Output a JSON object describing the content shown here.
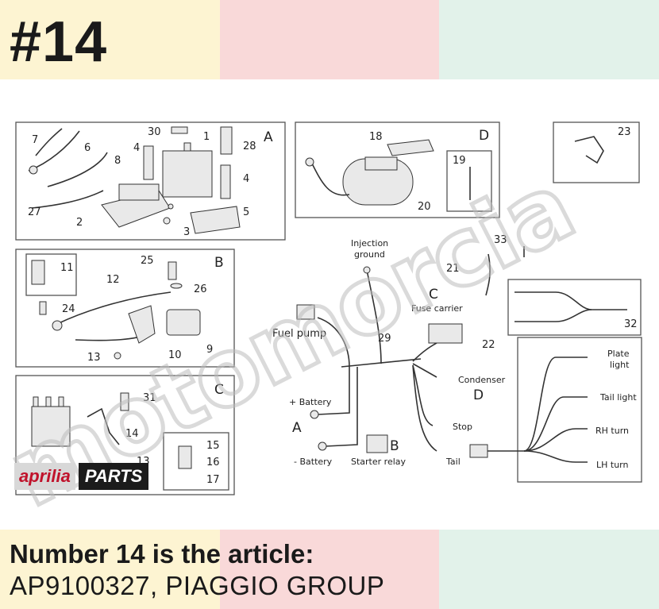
{
  "header": {
    "number": "#14"
  },
  "caption": {
    "line1": "Number 14 is the article:",
    "line2": "AP9100327, PIAGGIO GROUP"
  },
  "watermark": {
    "text": "motomorcia"
  },
  "logo": {
    "brand": "aprilia",
    "badge": "PARTS"
  },
  "colors": {
    "band_yellow": "#fdf4d2",
    "band_pink": "#f9d9d9",
    "band_green": "#e2f2ea",
    "aprilia_red": "#c0122b"
  },
  "diagram": {
    "panel_a": {
      "letter": "A",
      "parts": [
        "30",
        "1",
        "28",
        "4",
        "7",
        "6",
        "8",
        "4",
        "27",
        "2",
        "3",
        "5"
      ]
    },
    "panel_b": {
      "letter": "B",
      "parts": [
        "11",
        "25",
        "12",
        "26",
        "24",
        "10",
        "13",
        "9"
      ]
    },
    "panel_c": {
      "letter": "C",
      "parts": [
        "31",
        "14",
        "13",
        "15",
        "16",
        "17"
      ]
    },
    "panel_d": {
      "letter": "D",
      "parts": [
        "18",
        "19",
        "20"
      ]
    },
    "panel_23": {
      "parts": [
        "23"
      ]
    },
    "panel_32": {
      "parts": [
        "32"
      ]
    },
    "harness": {
      "injection_ground": [
        "Injection",
        "ground"
      ],
      "fuse_carrier": "Fuse carrier",
      "fuel_pump": "Fuel pump",
      "condenser": "Condenser",
      "battery_plus": "+ Battery",
      "battery_minus": "- Battery",
      "starter_relay": "Starter relay",
      "stop": "Stop",
      "tail": "Tail",
      "plate_light": [
        "Plate",
        "light"
      ],
      "tail_light": "Tail light",
      "rh_turn": "RH turn",
      "lh_turn": "LH turn",
      "letters": [
        "C",
        "D",
        "A",
        "B"
      ],
      "numbers": [
        "33",
        "21",
        "29",
        "22"
      ]
    }
  }
}
